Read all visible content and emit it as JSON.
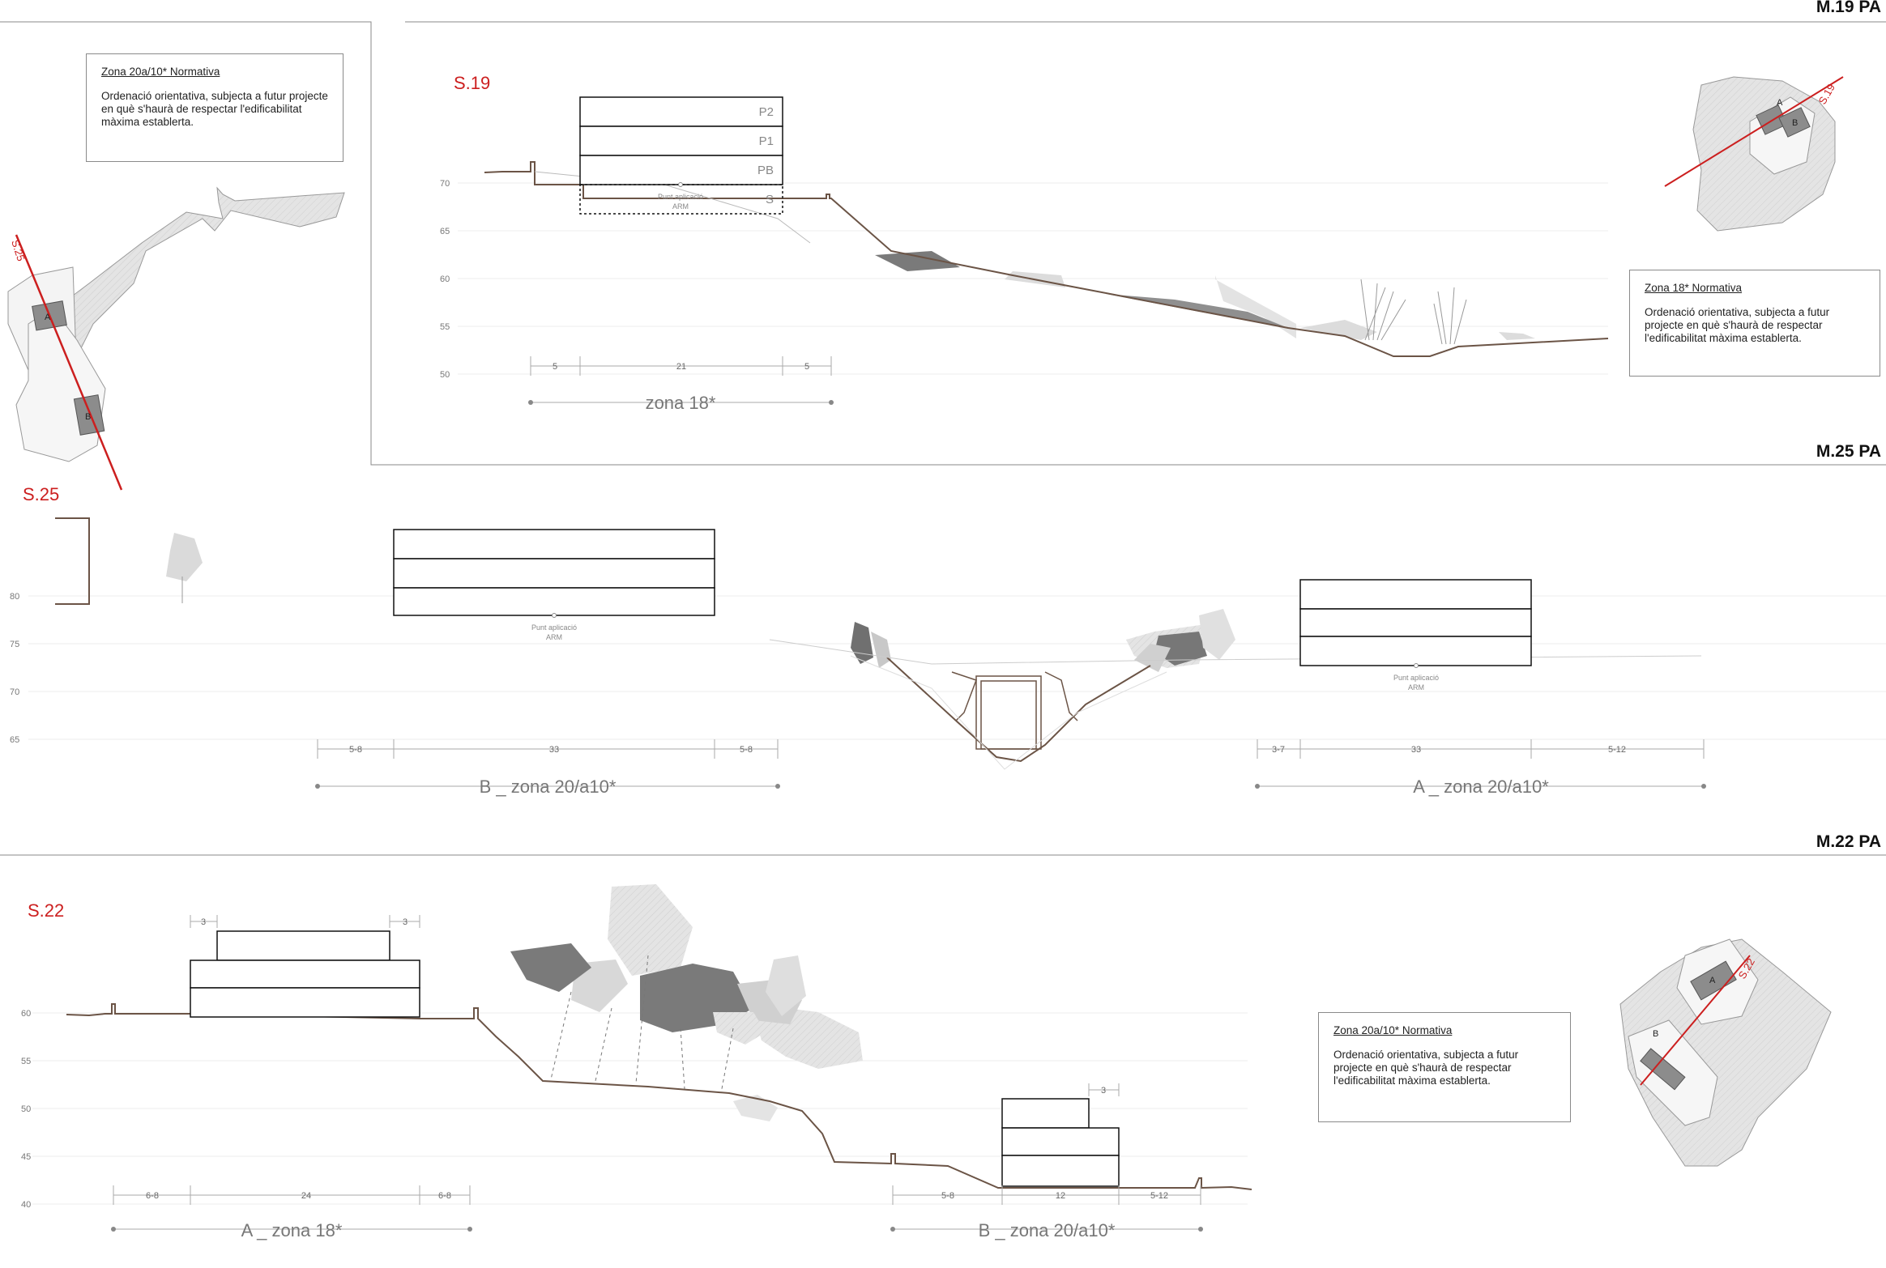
{
  "sheets": {
    "m19": "M.19 PA",
    "m25": "M.25 PA",
    "m22": "M.22 PA"
  },
  "sections": {
    "s19": {
      "label": "S.19",
      "elevations": [
        "70",
        "65",
        "60",
        "55",
        "50"
      ],
      "floors": [
        "P2",
        "P1",
        "PB",
        "S"
      ],
      "arm": [
        "Punt aplicació",
        "ARM"
      ],
      "dims": [
        "5",
        "21",
        "5"
      ],
      "zone": "zona  18*"
    },
    "s25": {
      "label": "S.25",
      "elevations": [
        "80",
        "75",
        "70",
        "65"
      ],
      "arm": [
        "Punt aplicació",
        "ARM"
      ],
      "dims_b": [
        "5-8",
        "33",
        "5-8"
      ],
      "dims_a": [
        "3-7",
        "33",
        "5-12"
      ],
      "zone_b": "B _ zona  20/a10*",
      "zone_a": "A _ zona  20/a10*"
    },
    "s22": {
      "label": "S.22",
      "elevations": [
        "60",
        "55",
        "50",
        "45",
        "40"
      ],
      "dims_top_left": [
        "3",
        "3"
      ],
      "dim_top_right": "3",
      "dims_a": [
        "6-8",
        "24",
        "6-8"
      ],
      "dims_b": [
        "5-8",
        "12",
        "5-12"
      ],
      "zone_a": "A _ zona  18*",
      "zone_b": "B _ zona  20/a10*"
    }
  },
  "notes": {
    "n1": {
      "title": "Zona 20a/10* Normativa",
      "body": "Ordenació orientativa, subjecta a futur projecte en què s'haurà de respectar l'edificabilitat màxima establerta."
    },
    "n2": {
      "title": "Zona 18* Normativa",
      "body": "Ordenació orientativa, subjecta a futur projecte en què s'haurà de respectar l'edificabilitat màxima establerta."
    },
    "n3": {
      "title": "Zona 20a/10* Normativa",
      "body": "Ordenació orientativa, subjecta a futur projecte en què s'haurà de respectar l'edificabilitat màxima establerta."
    }
  },
  "keymaps": {
    "k25": {
      "cut": "S.25",
      "a": "A",
      "b": "B"
    },
    "k19": {
      "cut": "S.19",
      "a": "A",
      "b": "B"
    },
    "k22": {
      "cut": "S.22",
      "a": "A",
      "b": "B"
    }
  },
  "colors": {
    "section_red": "#cc1f1f",
    "terrain": "#6b5446",
    "frame": "#8a8a8a"
  }
}
